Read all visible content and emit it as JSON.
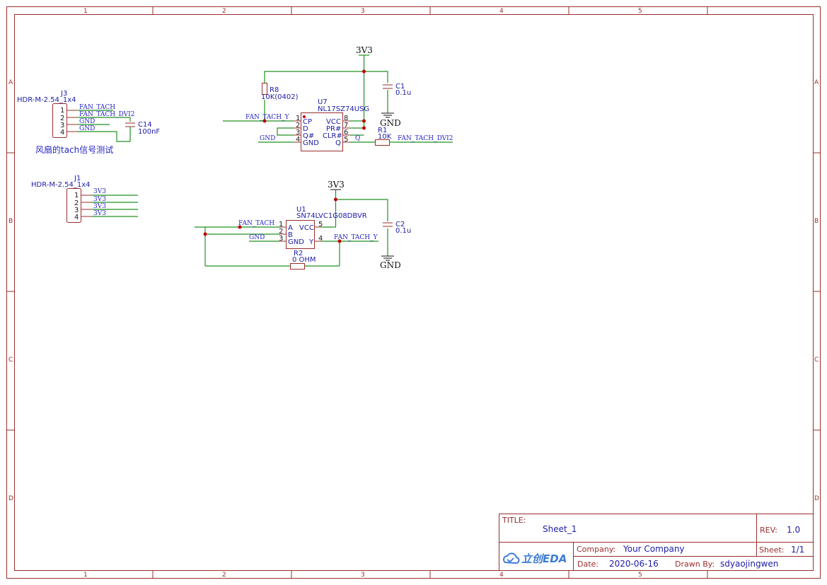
{
  "frame": {
    "columns": [
      "1",
      "2",
      "3",
      "4",
      "5"
    ],
    "rows": [
      "A",
      "B",
      "C",
      "D"
    ]
  },
  "title_block": {
    "title_label": "TITLE:",
    "title_value": "Sheet_1",
    "rev_label": "REV:",
    "rev_value": "1.0",
    "company_label": "Company:",
    "company_value": "Your Company",
    "sheet_label": "Sheet:",
    "sheet_value": "1/1",
    "date_label": "Date:",
    "date_value": "2020-06-16",
    "drawn_label": "Drawn By:",
    "drawn_value": "sdyaojingwen",
    "logo_text": "立创EDA"
  },
  "components": {
    "j3": {
      "ref": "J3",
      "value": "HDR-M-2.54_1x4",
      "pins": [
        "1",
        "2",
        "3",
        "4"
      ]
    },
    "j1": {
      "ref": "J1",
      "value": "HDR-M-2.54_1x4",
      "pins": [
        "1",
        "2",
        "3",
        "4"
      ]
    },
    "c14": {
      "ref": "C14",
      "value": "100nF"
    },
    "r8": {
      "ref": "R8",
      "value": "10K(0402)"
    },
    "u7": {
      "ref": "U7",
      "value": "NL17SZ74USG",
      "left_pins": [
        {
          "num": "1",
          "name": "CP"
        },
        {
          "num": "2",
          "name": "D"
        },
        {
          "num": "3",
          "name": "Q#"
        },
        {
          "num": "4",
          "name": "GND"
        }
      ],
      "right_pins": [
        {
          "num": "8",
          "name": "VCC"
        },
        {
          "num": "7",
          "name": "PR#"
        },
        {
          "num": "6",
          "name": "CLR#"
        },
        {
          "num": "5",
          "name": "Q"
        }
      ]
    },
    "c1": {
      "ref": "C1",
      "value": "0.1u"
    },
    "r1": {
      "ref": "R1",
      "value": "10K"
    },
    "u1": {
      "ref": "U1",
      "value": "SN74LVC1G08DBVR",
      "left_pins": [
        {
          "num": "1",
          "name": "A"
        },
        {
          "num": "2",
          "name": "B"
        },
        {
          "num": "3",
          "name": "GND"
        }
      ],
      "right_pins": [
        {
          "num": "5",
          "name": "VCC"
        },
        {
          "num": "4",
          "name": "Y"
        }
      ]
    },
    "c2": {
      "ref": "C2",
      "value": "0.1u"
    },
    "r2": {
      "ref": "R2",
      "value": "0 OHM"
    }
  },
  "nets": {
    "fan_tach": "FAN_TACH",
    "fan_tach_dvi2": "FAN_TACH_DVI2",
    "fan_tach_y": "FAN_TACH_Y",
    "gnd": "GND",
    "v3v3": "3V3",
    "q": "Q"
  },
  "power": {
    "v3v3": "3V3",
    "gnd": "GND"
  },
  "annotation": "风扇的tach信号测试"
}
